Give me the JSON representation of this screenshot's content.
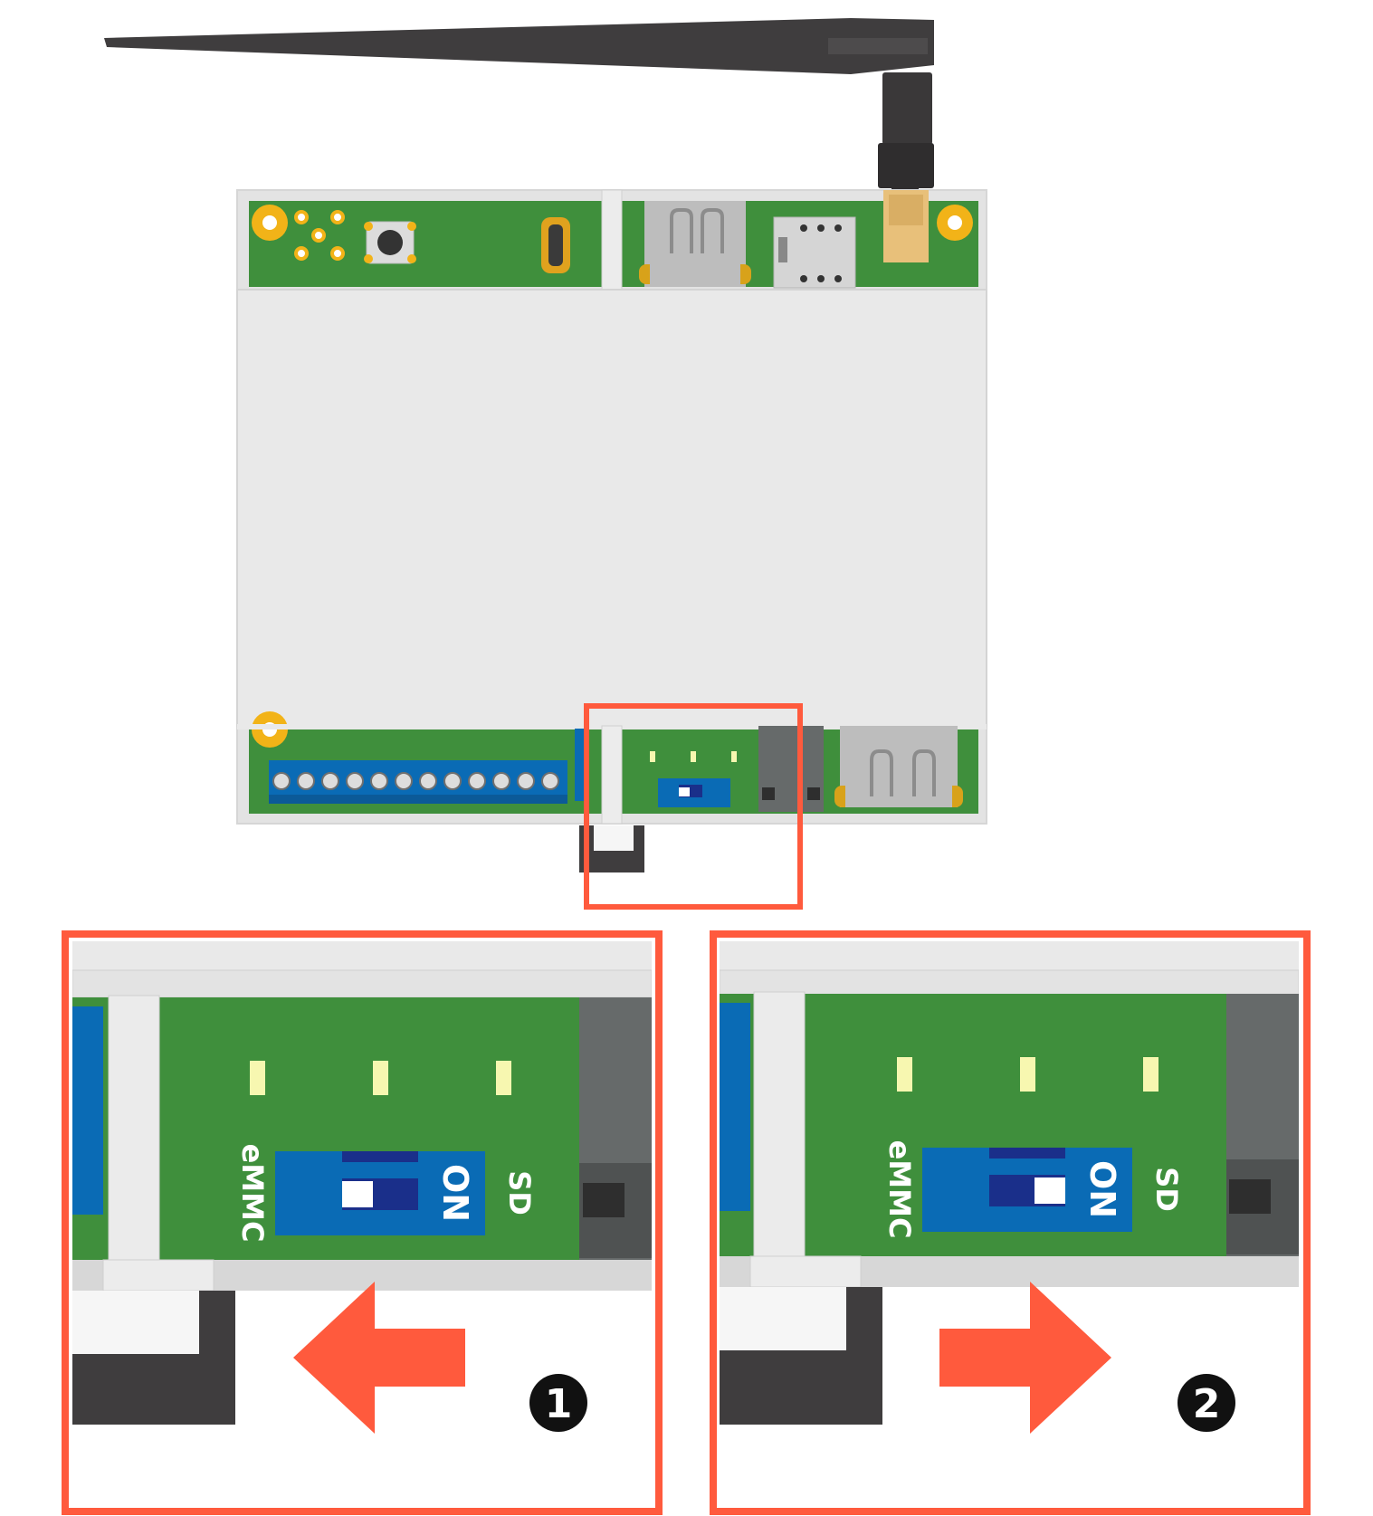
{
  "labels": {
    "emmc": "eMMC",
    "on": "ON",
    "sd": "SD"
  },
  "steps": [
    {
      "number": "1",
      "direction": "left",
      "switch_position": "eMMC"
    },
    {
      "number": "2",
      "direction": "right",
      "switch_position": "SD"
    }
  ],
  "colors": {
    "pcb_green": "#3f8f3c",
    "enclosure_grey": "#e9e9e9",
    "switch_blue": "#0a6bb5",
    "highlight_red": "#ff5a3d",
    "led_yellow": "#f7f7b0",
    "antenna": "#3f3d3e"
  },
  "icons": [
    "antenna-icon",
    "reset-button-icon",
    "micro-usb-icon",
    "usb-port-icon",
    "sim-slot-icon",
    "sma-connector-icon",
    "terminal-block-icon",
    "dip-switch-icon",
    "arrow-left-icon",
    "arrow-right-icon"
  ]
}
